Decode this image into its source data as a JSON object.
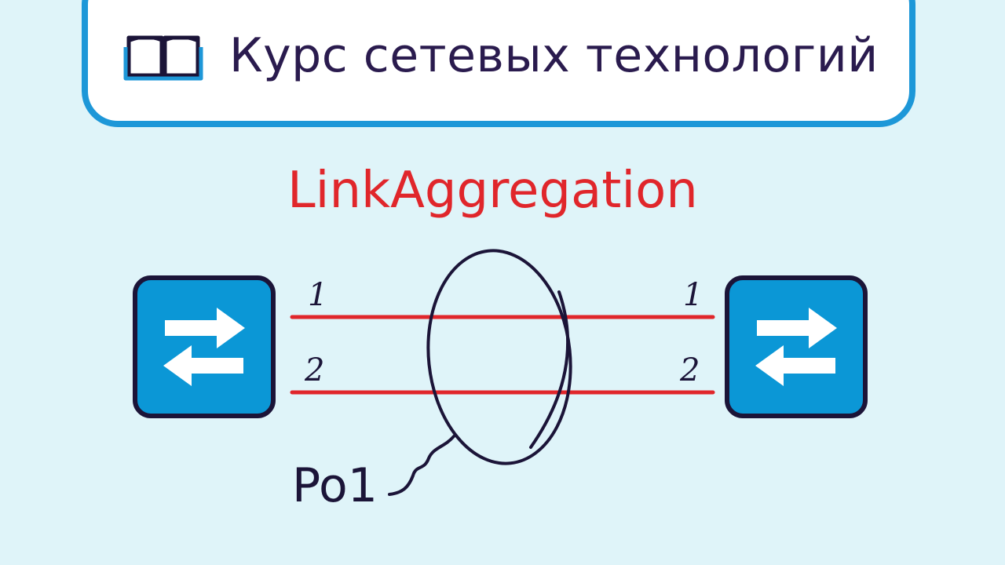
{
  "header": {
    "book_icon": "open-book-icon",
    "title": "Курс сетевых технологий"
  },
  "diagram": {
    "title": "LinkAggregation",
    "devices": [
      {
        "name": "left-switch",
        "icon": "switch-arrows-icon"
      },
      {
        "name": "right-switch",
        "icon": "switch-arrows-icon"
      }
    ],
    "links": [
      {
        "left_label": "1",
        "right_label": "1"
      },
      {
        "left_label": "2",
        "right_label": "2"
      }
    ],
    "bundle_label": "Po1"
  },
  "colors": {
    "background": "#dff4f9",
    "card_border": "#1d97d8",
    "switch_fill": "#0b97d6",
    "switch_outline": "#1b1438",
    "link_red": "#e0262b",
    "text_dark": "#2a1b4e"
  }
}
